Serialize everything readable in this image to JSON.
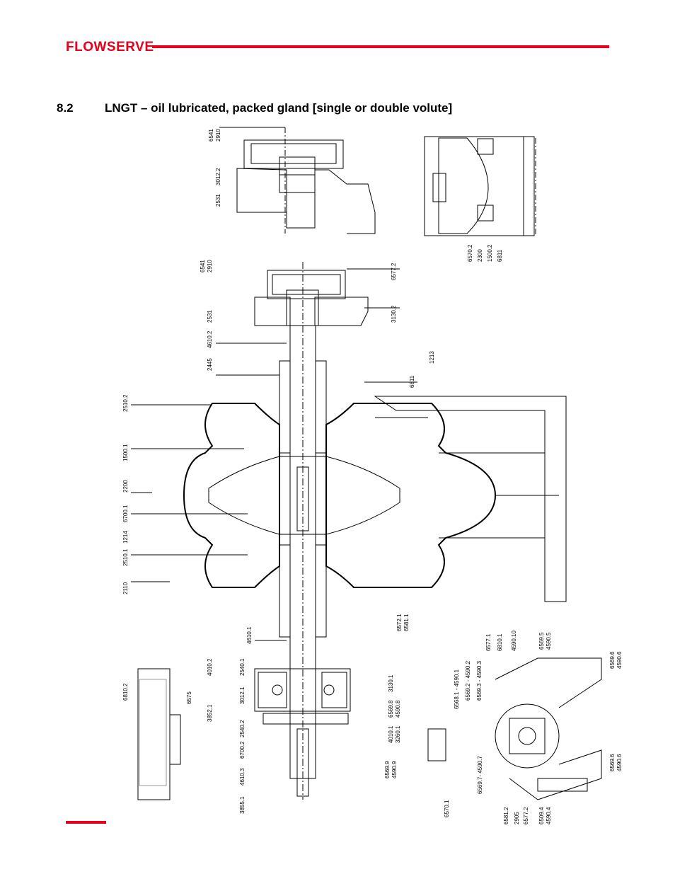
{
  "header": {
    "logo_text": "FLOWSERVE",
    "brand_color": "#e8001c"
  },
  "section": {
    "number": "8.2",
    "title": "LNGT – oil lubricated, packed gland [single or double volute]"
  },
  "drawing": {
    "part_labels": [
      "6541",
      "2910",
      "3012.2",
      "2531",
      "6570.2",
      "2300",
      "1500.2",
      "6811",
      "6541",
      "2910",
      "6577.2",
      "2531",
      "3130.2",
      "4610.2",
      "2445",
      "1213",
      "6811",
      "2510.2",
      "1500.1",
      "2200",
      "6700.1",
      "1214",
      "2510.1",
      "2110",
      "6572.1",
      "6581.1",
      "4610.1",
      "4010.2",
      "2540.1",
      "3130.1",
      "6810.2",
      "6575",
      "3852.1",
      "3012.1",
      "6569.8",
      "4590.8",
      "4010.1",
      "3260.1",
      "4610.3",
      "6700.2",
      "2540.2",
      "3855.1",
      "6569.9",
      "4590.9",
      "6568.1 - 4590.1",
      "6569.2 - 4590.2",
      "6569.3 - 4590.3",
      "6577.1",
      "6810.1",
      "4590.10",
      "6569.5",
      "4590.5",
      "6569.6",
      "4590.6",
      "6569.6",
      "4590.6",
      "6570.1",
      "6569.7- 4590.7",
      "6581.2",
      "2905",
      "6577.2",
      "6509.4",
      "4590.4"
    ]
  }
}
